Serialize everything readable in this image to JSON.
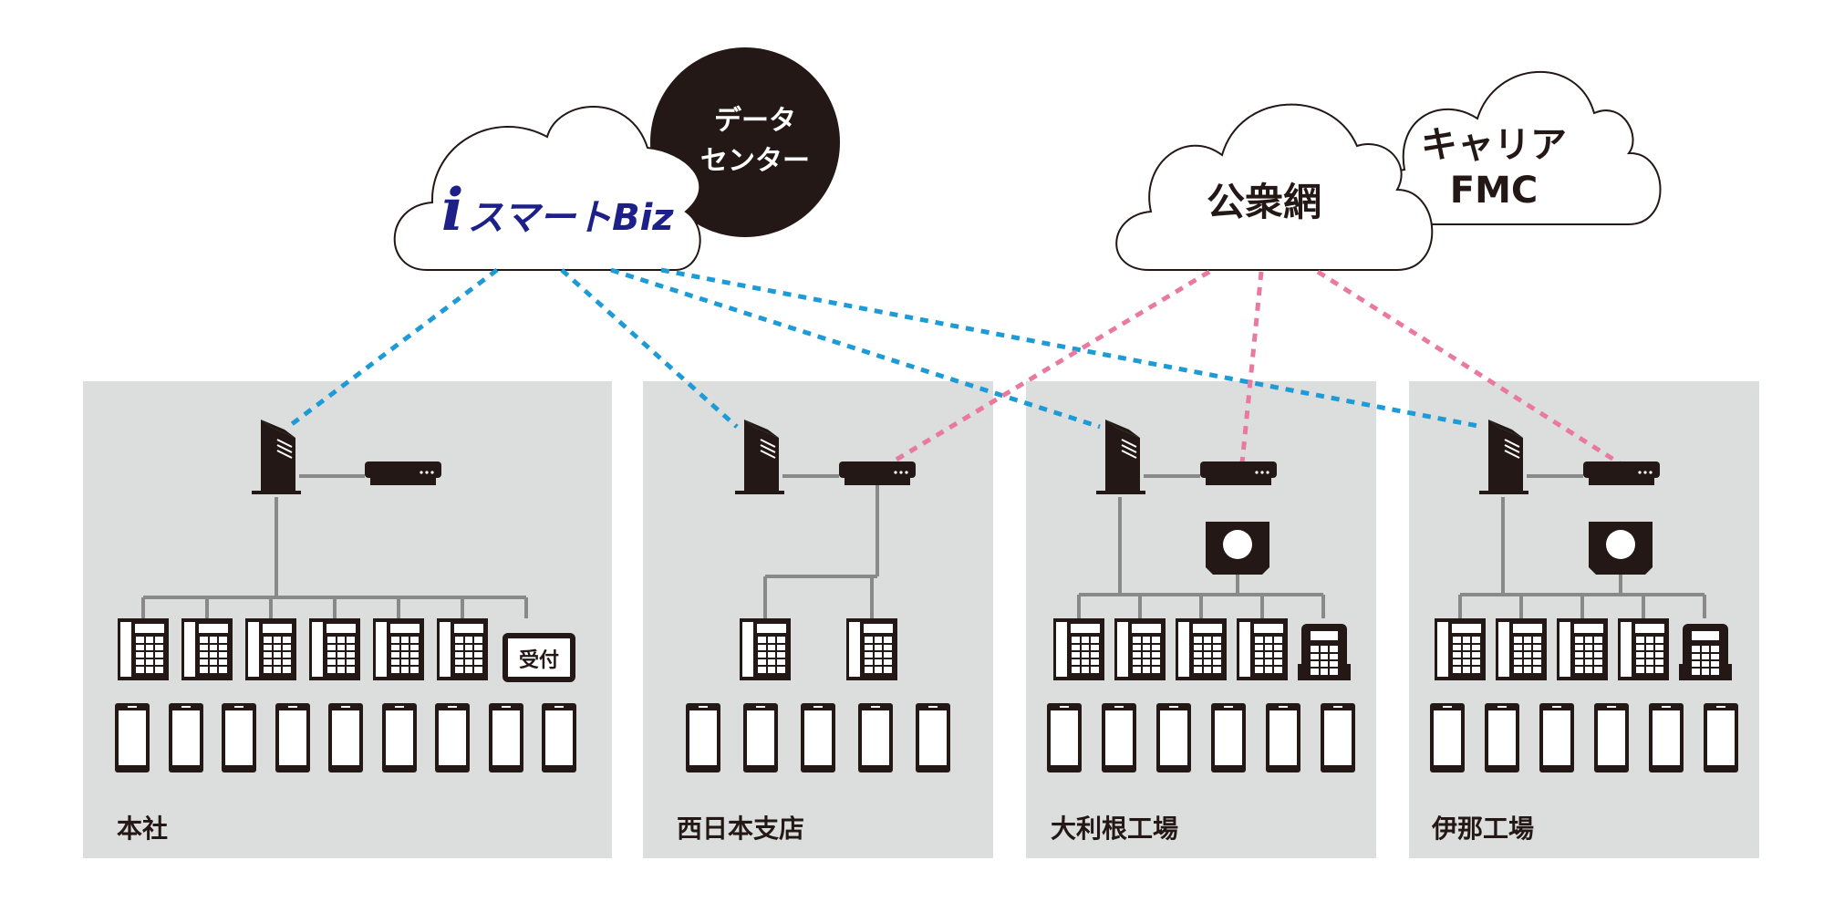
{
  "clouds": {
    "ismart": {
      "i": "i",
      "text": "スマートBiz"
    },
    "datacenter": {
      "line1": "データ",
      "line2": "センター"
    },
    "public_network": {
      "label": "公衆網"
    },
    "carrier_fmc": {
      "line1": "キャリア",
      "line2": "FMC"
    }
  },
  "sites": [
    {
      "name": "本社",
      "pbx_phones": 6,
      "reception": "受付",
      "cordless_phones": 0,
      "smartphones": 9,
      "base_station": false
    },
    {
      "name": "西日本支店",
      "pbx_phones": 2,
      "cordless_phones": 0,
      "smartphones": 5,
      "base_station": false
    },
    {
      "name": "大利根工場",
      "pbx_phones": 4,
      "cordless_phones": 1,
      "smartphones": 6,
      "base_station": true
    },
    {
      "name": "伊那工場",
      "pbx_phones": 4,
      "cordless_phones": 1,
      "smartphones": 6,
      "base_station": true
    }
  ],
  "colors": {
    "panel": "#dcdddd",
    "ink": "#231815",
    "wire": "#898989",
    "ismart_link": "#1d9bd7",
    "public_link": "#e9799f",
    "brand": "#1d2088"
  }
}
